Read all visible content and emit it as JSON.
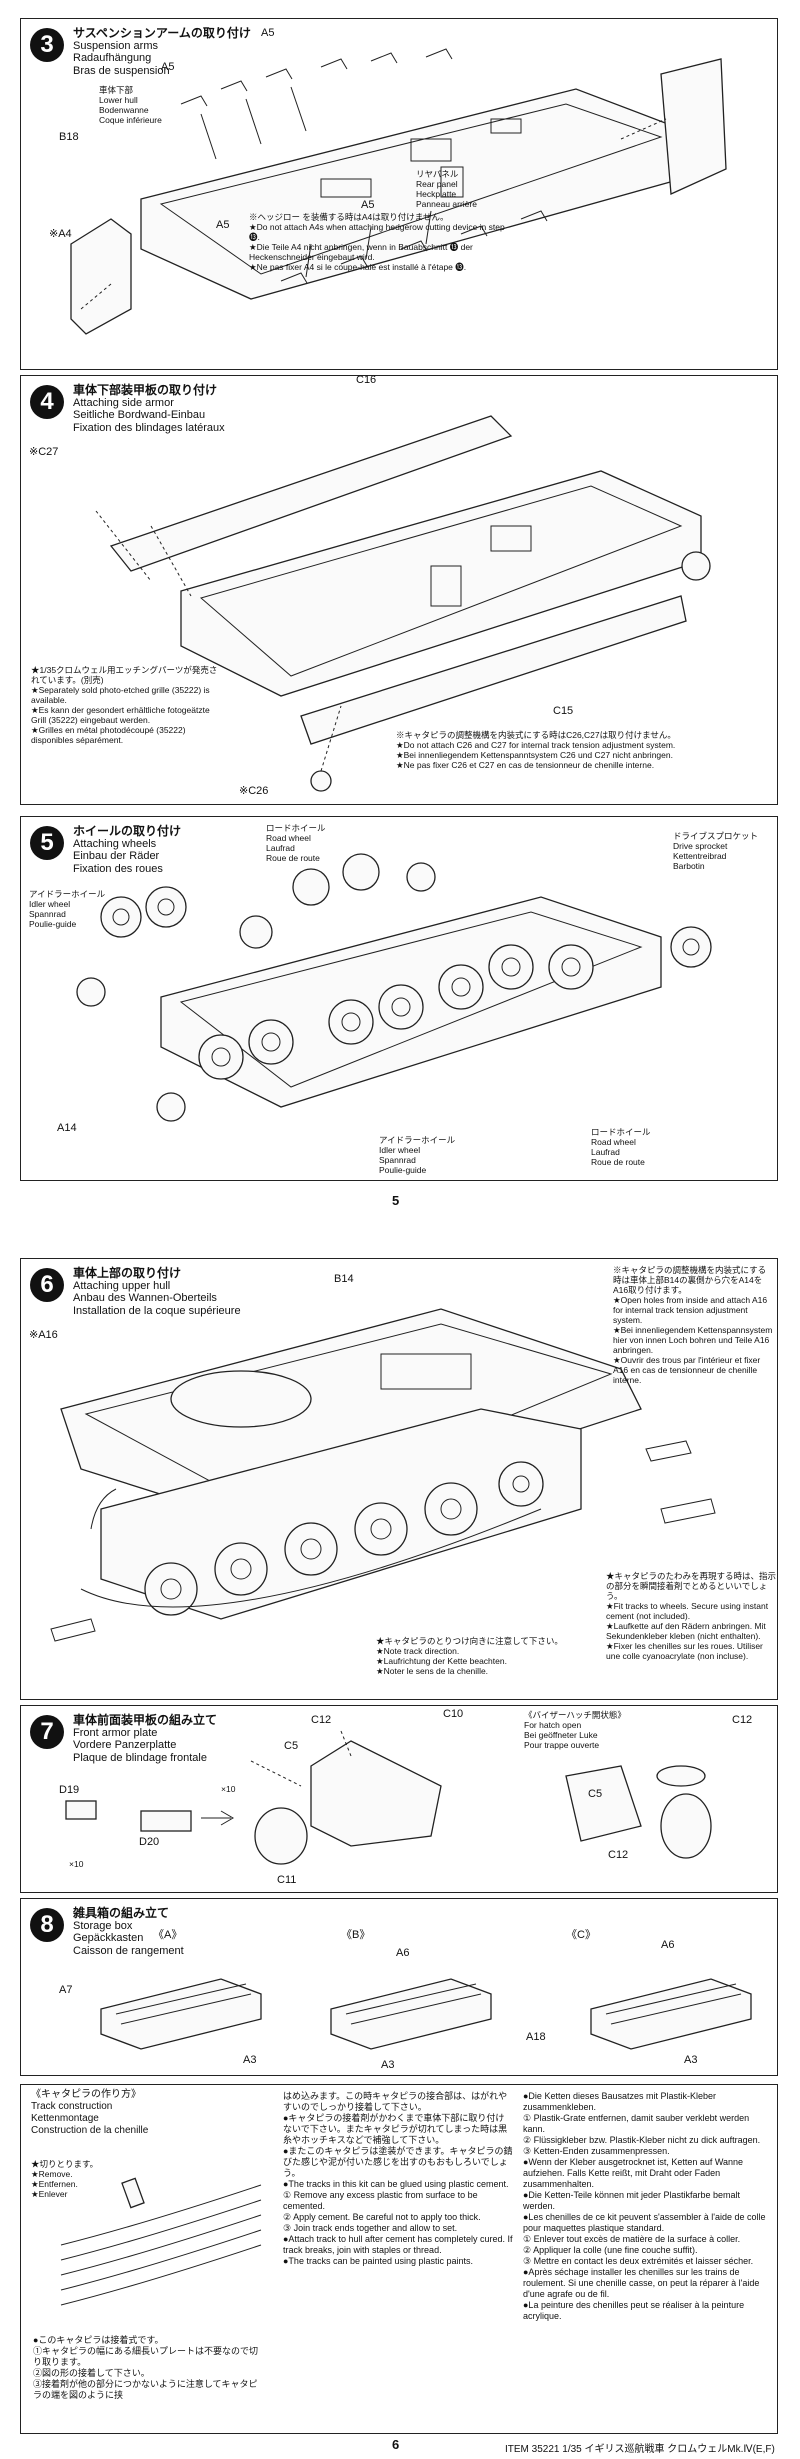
{
  "step3": {
    "num": "3",
    "title_jp": "サスペンションアームの取り付け",
    "title_en": "Suspension arms",
    "title_de": "Radaufhängung",
    "title_fr": "Bras de suspension",
    "hull_jp": "車体下部",
    "hull_en": "Lower hull",
    "hull_de": "Bodenwanne",
    "hull_fr": "Coque inférieure",
    "a5": "A5",
    "a5b": "A5",
    "a5c": "A5",
    "a5d": "A5",
    "b18": "B18",
    "a4": "※A4",
    "rear_jp": "リヤパネル",
    "rear_en": "Rear panel",
    "rear_de": "Heckplatte",
    "rear_fr": "Panneau arrière",
    "note_jp": "※ヘッジロー を装備する時はA4は取り付けません。",
    "note_en": "★Do not attach A4s when attaching hedgerow cutting device in step ⓭.",
    "note_de": "★Die Teile A4 nicht anbringen, wenn in Bauabschnitt ⓭ der Heckenschneider eingebaut wird.",
    "note_fr": "★Ne pas fixer A4 si le coupe-haie est installé à l'étape ⓭."
  },
  "step4": {
    "num": "4",
    "title_jp": "車体下部装甲板の取り付け",
    "title_en": "Attaching side armor",
    "title_de": "Seitliche Bordwand-Einbau",
    "title_fr": "Fixation des blindages latéraux",
    "c16": "C16",
    "c27": "※C27",
    "c15": "C15",
    "c26": "※C26",
    "sep_jp": "★1/35クロムウェル用エッチングパーツが発売されています。(別売)",
    "sep_en": "★Separately sold photo-etched grille (35222) is available.",
    "sep_de": "★Es kann der gesondert erhältliche fotogeätzte Grill (35222) eingebaut werden.",
    "sep_fr": "★Grilles en métal photodécoupé (35222) disponibles séparément.",
    "note_jp": "※キャタピラの調整機構を内装式にする時はC26,C27は取り付けません。",
    "note_en": "★Do not attach C26 and C27 for internal track tension adjustment system.",
    "note_de": "★Bei innenliegendem Kettenspanntsystem C26 und C27 nicht anbringen.",
    "note_fr": "★Ne pas fixer C26 et C27 en cas de tensionneur de chenille interne."
  },
  "step5": {
    "num": "5",
    "title_jp": "ホイールの取り付け",
    "title_en": "Attaching wheels",
    "title_de": "Einbau der Räder",
    "title_fr": "Fixation des roues",
    "road_jp": "ロードホイール",
    "road_en": "Road wheel",
    "road_de": "Laufrad",
    "road_fr": "Roue de route",
    "idler_jp": "アイドラーホイール",
    "idler_en": "Idler wheel",
    "idler_de": "Spannrad",
    "idler_fr": "Poulie-guide",
    "sprocket_jp": "ドライブスプロケット",
    "sprocket_en": "Drive sprocket",
    "sprocket_de": "Kettentreibrad",
    "sprocket_fr": "Barbotin",
    "road2_jp": "ロードホイール",
    "road2_en": "Road wheel",
    "road2_de": "Laufrad",
    "road2_fr": "Roue de route",
    "idler2_jp": "アイドラーホイール",
    "idler2_en": "Idler wheel",
    "idler2_de": "Spannrad",
    "idler2_fr": "Poulie-guide",
    "a14": "A14"
  },
  "page_num_5": "5",
  "step6": {
    "num": "6",
    "title_jp": "車体上部の取り付け",
    "title_en": "Attaching upper hull",
    "title_de": "Anbau des Wannen-Oberteils",
    "title_fr": "Installation de la coque supérieure",
    "b14": "B14",
    "a16": "※A16",
    "hole_jp": "※キャタピラの調整機構を内装式にする時は車体上部B14の裏側から穴をA14をA16取り付けます。",
    "hole_en": "★Open holes from inside and attach A16 for internal track tension adjustment system.",
    "hole_de": "★Bei innenliegendem Kettenspannsystem hier von innen Loch bohren und Teile A16 anbringen.",
    "hole_fr": "★Ouvrir des trous par l'intérieur et fixer A16 en cas de tensionneur de chenille interne.",
    "dir_jp": "★キャタピラのとりつけ向きに注意して下さい。",
    "dir_en": "★Note track direction.",
    "dir_de": "★Laufrichtung der Kette beachten.",
    "dir_fr": "★Noter le sens de la chenille.",
    "fit_jp": "★キャタピラのたわみを再現する時は、指示の部分を瞬間接着剤でとめるといいでしょう。",
    "fit_en": "★Fit tracks to wheels. Secure using instant cement (not included).",
    "fit_de": "★Laufkette auf den Rädern anbringen. Mit Sekundenkleber kleben (nicht enthalten).",
    "fit_fr": "★Fixer les chenilles sur les roues. Utiliser une colle cyanoacrylate (non incluse)."
  },
  "step7": {
    "num": "7",
    "title_jp": "車体前面装甲板の組み立て",
    "title_en": "Front armor plate",
    "title_de": "Vordere Panzerplatte",
    "title_fr": "Plaque de blindage frontale",
    "d19": "D19",
    "d20": "D20",
    "x10a": "×10",
    "x10b": "×10",
    "c12": "C12",
    "c5": "C5",
    "c10": "C10",
    "c11": "C11",
    "visor_jp": "《バイザーハッチ開状態》",
    "visor_en": "For hatch open",
    "visor_de": "Bei geöffneter Luke",
    "visor_fr": "Pour trappe ouverte",
    "c12b": "C12",
    "c5b": "C5",
    "c12c": "C12"
  },
  "step8": {
    "num": "8",
    "title_jp": "雑具箱の組み立て",
    "title_en": "Storage box",
    "title_de": "Gepäckkasten",
    "title_fr": "Caisson de rangement",
    "a": "《A》",
    "b": "《B》",
    "c": "《C》",
    "a7": "A7",
    "a3": "A3",
    "a6": "A6",
    "a3b": "A3",
    "a6b": "A6",
    "a18": "A18",
    "a3c": "A3"
  },
  "track": {
    "head_jp": "《キャタピラの作り方》",
    "head_en": "Track construction",
    "head_de": "Kettenmontage",
    "head_fr": "Construction de la chenille",
    "cut_jp": "★切りとります。",
    "cut_en": "★Remove.",
    "cut_de": "★Entfernen.",
    "cut_fr": "★Enlever",
    "col1": [
      "●このキャタピラは接着式です。",
      "①キャタピラの幅にある細長いプレートは不要なので切り取ります。",
      "②図の形の接着して下さい。",
      "③接着剤が他の部分につかないように注意してキャタピラの端を図のように挟"
    ],
    "col2": [
      "はめ込みます。この時キャタピラの接合部は、はがれやすいのでしっかり接着して下さい。",
      "●キャタピラの接着剤がかわくまで車体下部に取り付けないで下さい。またキャタピラが切れてしまった時は黒糸やホッチキスなどで補強して下さい。",
      "●またこのキャタピラは塗装ができます。キャタピラの錆びた感じや泥が付いた感じを出すのもおもしろいでしょう。",
      "●The tracks in this kit can be glued using plastic cement.",
      "① Remove any excess plastic from surface to be cemented.",
      "② Apply cement. Be careful not to apply too thick.",
      "③ Join track ends together and allow to set.",
      "●Attach track to hull after cement has completely cured. If track breaks, join with staples or thread.",
      "●The tracks can be painted using plastic paints."
    ],
    "col3": [
      "●Die Ketten dieses Bausatzes mit Plastik-Kleber zusammenkleben.",
      "① Plastik-Grate entfernen, damit sauber verklebt werden kann.",
      "② Flüssigkleber bzw. Plastik-Kleber nicht zu dick auftragen.",
      "③ Ketten-Enden zusammenpressen.",
      "●Wenn der Kleber ausgetrocknet ist, Ketten auf Wanne aufziehen. Falls Kette reißt, mit Draht oder Faden zusammenhalten.",
      "●Die Ketten-Teile können mit jeder Plastikfarbe bemalt werden.",
      "●Les chenilles de ce kit peuvent s'assembler à l'aide de colle pour maquettes plastique standard.",
      "① Enlever tout excès de matière de la surface à coller.",
      "② Appliquer la colle (une fine couche suffit).",
      "③ Mettre en contact les deux extrémités et laisser sécher.",
      "●Après séchage installer les chenilles sur les trains de roulement. Si une chenille casse, on peut la réparer à l'aide d'une agrafe ou de fil.",
      "●La peinture des chenilles peut se réaliser à la peinture acrylique."
    ]
  },
  "page_num_6": "6",
  "footer": "ITEM 35221  1/35 イギリス巡航戦車 クロムウェルMk.Ⅳ(E,F)"
}
